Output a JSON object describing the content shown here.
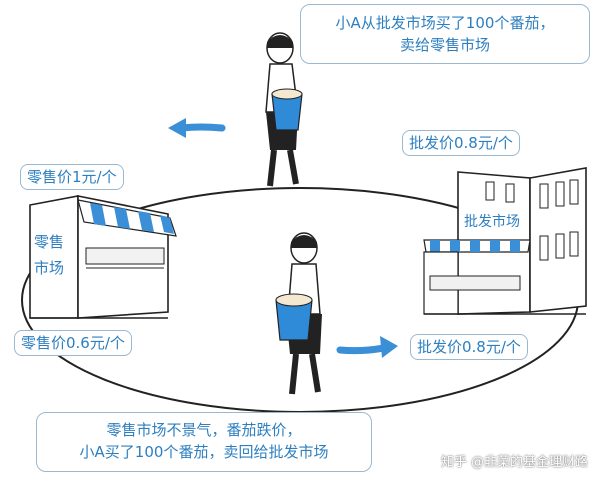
{
  "captions": {
    "top_line1": "小A从批发市场买了100个番茄，",
    "top_line2": "卖给零售市场",
    "bottom_line1": "零售市场不景气，番茄跌价，",
    "bottom_line2": "小A买了100个番茄，卖回给批发市场"
  },
  "prices": {
    "retail_top": "零售价1元/个",
    "retail_bottom": "零售价0.6元/个",
    "wholesale_top": "批发价0.8元/个",
    "wholesale_bottom": "批发价0.8元/个"
  },
  "signs": {
    "retail_line1": "零售",
    "retail_line2": "市场",
    "wholesale": "批发市场"
  },
  "watermark": "知乎 @韭菜的基金理财路",
  "colors": {
    "accent": "#2d7fc0",
    "arrow": "#3a8fd6",
    "border": "#9bb8d0",
    "basket": "#2f8ad8"
  }
}
